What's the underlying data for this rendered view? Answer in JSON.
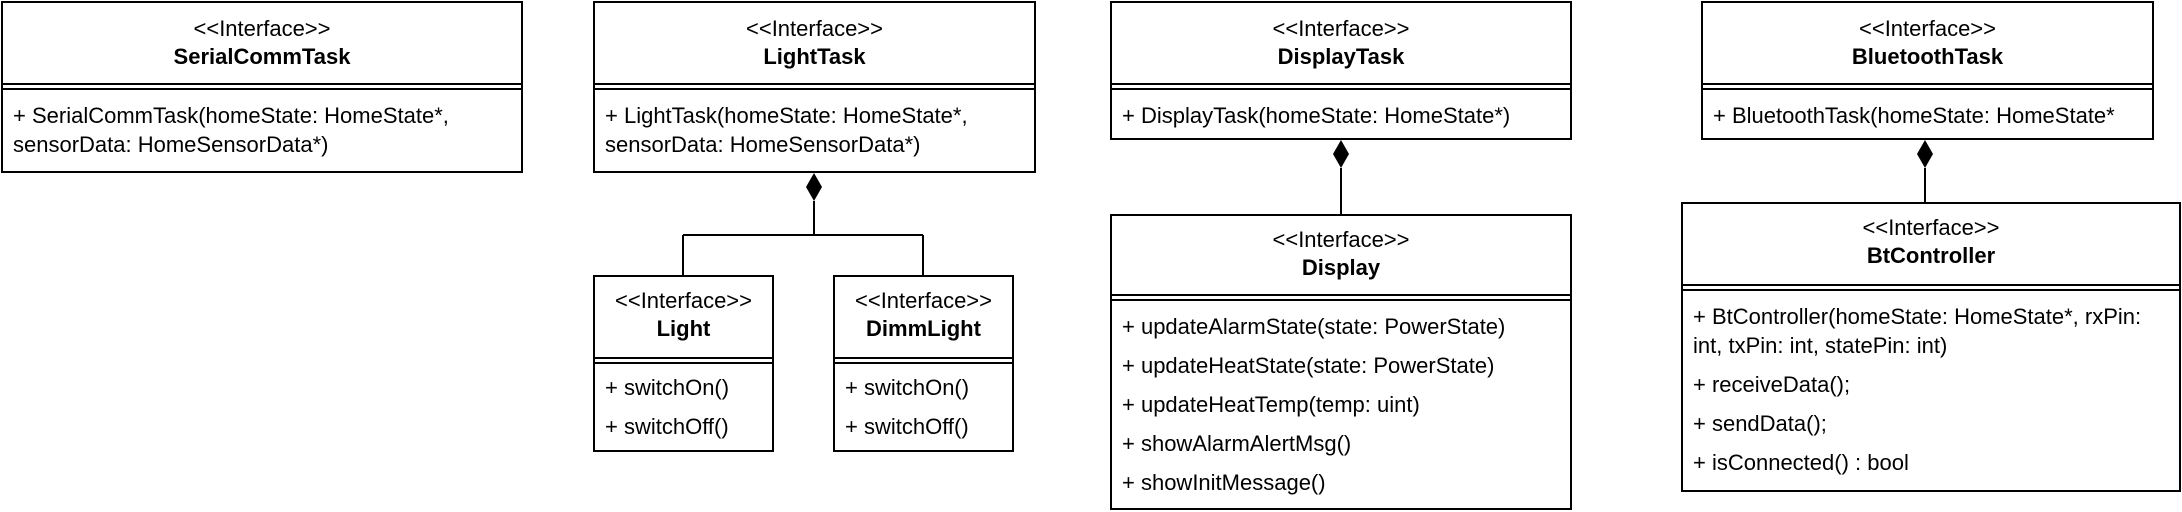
{
  "diagram": {
    "stereotype": "<<Interface>>",
    "classes": {
      "serial_comm_task": {
        "name": "SerialCommTask",
        "operations": [
          "+ SerialCommTask(homeState: HomeState*, sensorData: HomeSensorData*)"
        ]
      },
      "light_task": {
        "name": "LightTask",
        "operations": [
          "+ LightTask(homeState: HomeState*, sensorData: HomeSensorData*)"
        ]
      },
      "light": {
        "name": "Light",
        "operations": [
          "+ switchOn()",
          "+ switchOff()"
        ]
      },
      "dimm_light": {
        "name": "DimmLight",
        "operations": [
          "+ switchOn()",
          "+ switchOff()"
        ]
      },
      "display_task": {
        "name": "DisplayTask",
        "operations": [
          "+ DisplayTask(homeState: HomeState*)"
        ]
      },
      "display": {
        "name": "Display",
        "operations": [
          "+ updateAlarmState(state: PowerState)",
          "+ updateHeatState(state: PowerState)",
          "+ updateHeatTemp(temp: uint)",
          "+ showAlarmAlertMsg()",
          "+ showInitMessage()"
        ]
      },
      "bluetooth_task": {
        "name": "BluetoothTask",
        "operations": [
          "+ BluetoothTask(homeState: HomeState*"
        ]
      },
      "bt_controller": {
        "name": "BtController",
        "operations": [
          "+ BtController(homeState: HomeState*, rxPin: int, txPin: int, statePin: int)",
          "+ receiveData();",
          "+ sendData();",
          "+ isConnected() : bool"
        ]
      }
    },
    "relations": [
      {
        "type": "composition",
        "from": "LightTask",
        "to": "Light"
      },
      {
        "type": "composition",
        "from": "LightTask",
        "to": "DimmLight"
      },
      {
        "type": "composition",
        "from": "DisplayTask",
        "to": "Display"
      },
      {
        "type": "composition",
        "from": "BluetoothTask",
        "to": "BtController"
      }
    ]
  }
}
